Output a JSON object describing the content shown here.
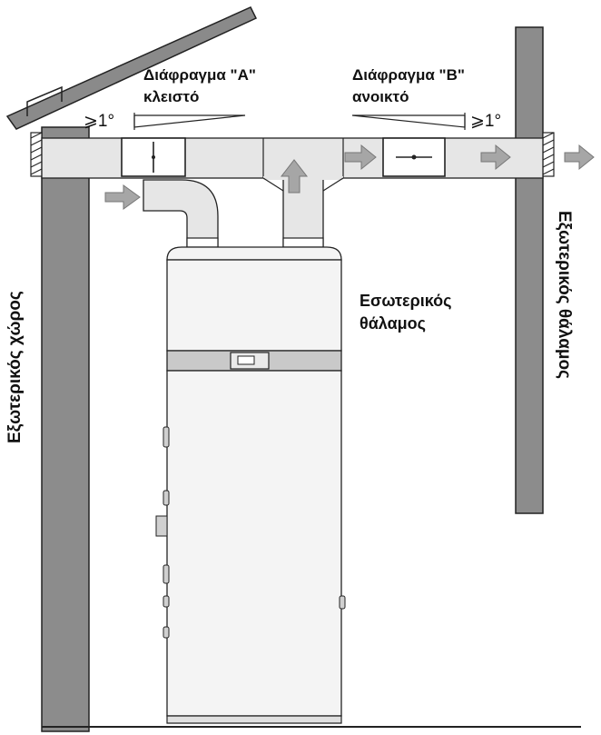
{
  "labels": {
    "damper_a_title": "Διάφραγμα \"A\"",
    "damper_a_state": "κλειστό",
    "damper_b_title": "Διάφραγμα \"B\"",
    "damper_b_state": "ανοικτό",
    "slope_left": "⩾1°",
    "slope_right": "⩾1°",
    "indoor_room": "Εσωτερικός θάλαμος",
    "indoor_room_line1": "Εσωτερικός",
    "indoor_room_line2": "θάλαμος",
    "outdoor_left": "Εξωτερικός χώρος",
    "outdoor_right": "Εξωτερικός θάλαμος"
  },
  "colors": {
    "wall": "#8c8c8c",
    "duct": "#e6e6e6",
    "unit": "#f4f4f4",
    "arrow": "#a6a6a6",
    "outline": "#222222"
  }
}
